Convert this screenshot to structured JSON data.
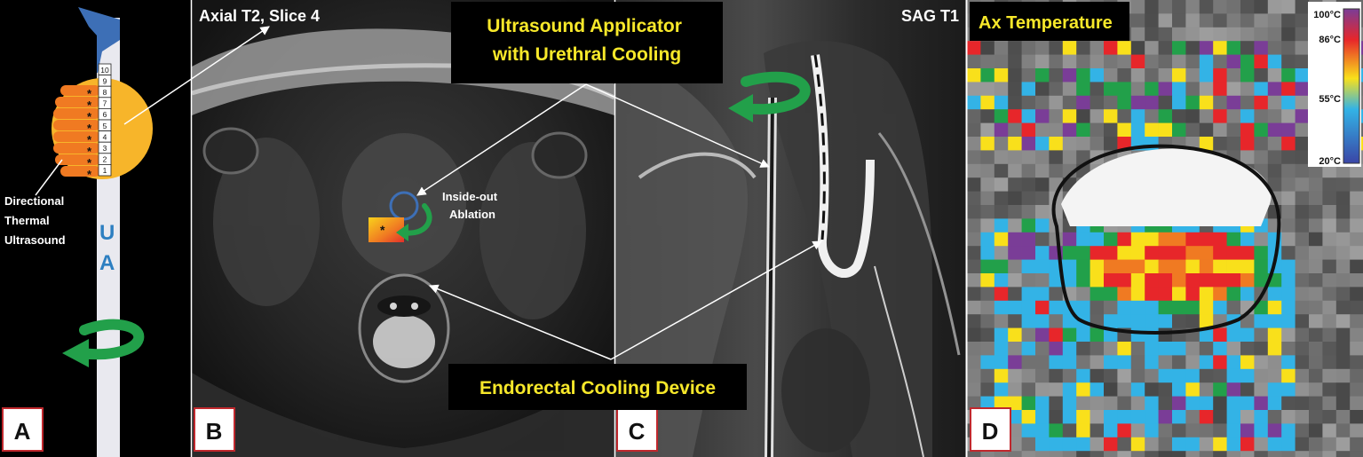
{
  "panels": {
    "a": {
      "letter": "A",
      "directional_label": [
        "Directional",
        "Thermal",
        "Ultrasound"
      ],
      "ua_letters": [
        "U",
        "A"
      ],
      "segment_numbers": [
        "10",
        "9",
        "8",
        "7",
        "6",
        "5",
        "4",
        "3",
        "2",
        "1"
      ],
      "asterisk": "*"
    },
    "b": {
      "letter": "B",
      "title": "Axial T2, Slice 4",
      "ablation_label": [
        "Inside-out",
        "Ablation"
      ],
      "asterisk": "*"
    },
    "c": {
      "letter": "C",
      "title": "SAG T1"
    },
    "d": {
      "letter": "D",
      "title": "Ax Temperature",
      "scale_labels": [
        "100°C",
        "86°C",
        "55°C",
        "20°C"
      ]
    }
  },
  "callouts": {
    "applicator": [
      "Ultrasound Applicator",
      "with Urethral Cooling"
    ],
    "endorectal": "Endorectal Cooling Device"
  },
  "colors": {
    "ua_blue": "#3d6fb6",
    "arrow_green": "#22a04a",
    "prostate_orange": "#f7b52a",
    "callout_yellow": "#f7e82a",
    "label_box_border": "#c0282d"
  }
}
